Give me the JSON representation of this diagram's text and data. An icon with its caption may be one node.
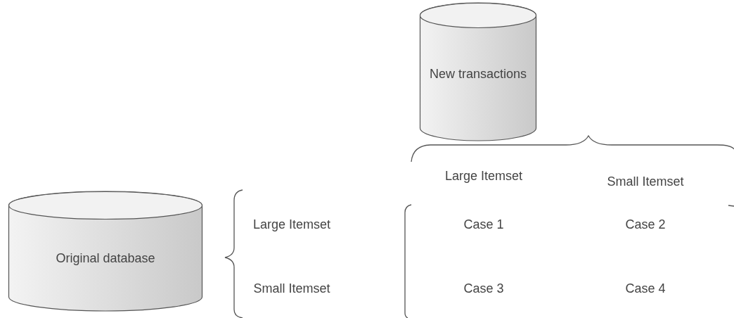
{
  "diagram": {
    "nodes": [
      {
        "text": [
          "New transactions"
        ]
      },
      {
        "text": [
          "Original database"
        ]
      }
    ],
    "labels": [
      "Large Itemset",
      "Small Itemset",
      "Large Itemset",
      "Case 1",
      "Case 2",
      "Small Itemset",
      "Case 3",
      "Case 4"
    ]
  }
}
